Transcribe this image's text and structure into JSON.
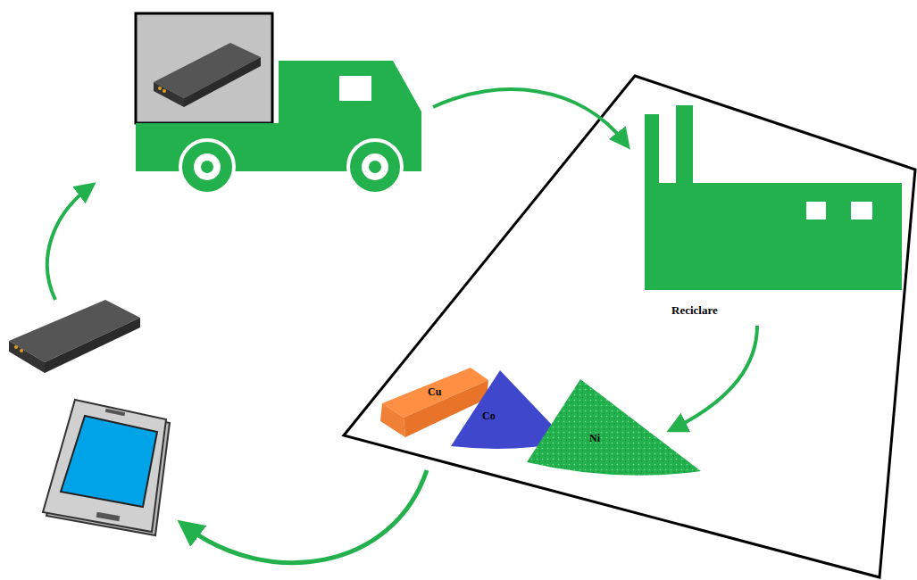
{
  "diagram": {
    "nodes": [
      {
        "text": [
          "Reciclare"
        ]
      },
      {
        "text": [
          "Cu"
        ]
      },
      {
        "text": [
          "Co"
        ]
      },
      {
        "text": [
          "Ni"
        ]
      }
    ],
    "edges": [
      {
        "from": 0,
        "to": 3,
        "arrow": "to"
      }
    ]
  }
}
